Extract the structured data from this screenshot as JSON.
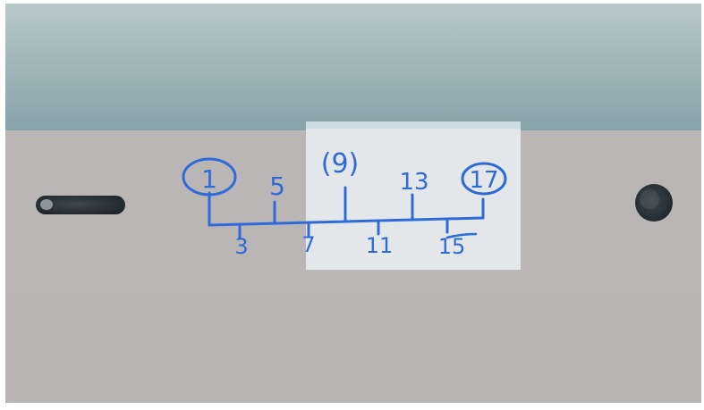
{
  "colors": {
    "ink": "#2f6bd8",
    "wall": "#8ea7ac",
    "board": "#b9b3b3",
    "highlight": "#e7ebee"
  },
  "number_line": {
    "top_labels": [
      "5",
      "13"
    ],
    "bottom_labels": [
      "3",
      "7",
      "11",
      "15"
    ],
    "circled_labels": [
      "1",
      "17"
    ],
    "parenthesized_label": "(9)"
  }
}
